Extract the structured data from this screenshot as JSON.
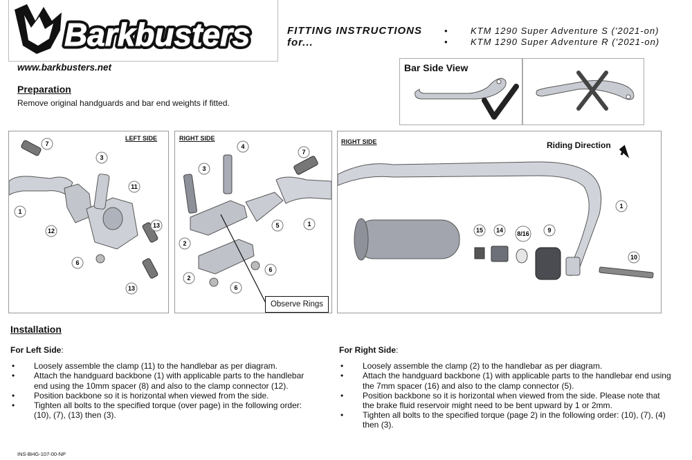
{
  "header": {
    "brand": "Barkbusters",
    "fitting_title_line1": "FITTING INSTRUCTIONS",
    "fitting_title_line2": "for...",
    "models": [
      "KTM 1290 Super Adventure S ('2021-on)",
      "KTM 1290 Super Adventure R ('2021-on)"
    ],
    "website": "www.barkbusters.net"
  },
  "preparation": {
    "heading": "Preparation",
    "text": "Remove original handguards and bar end weights if fitted."
  },
  "bar_side_view": {
    "title": "Bar Side View",
    "correct_icon": "check-mark-icon",
    "wrong_icon": "cross-mark-icon"
  },
  "diagrams": {
    "left": {
      "label": "LEFT SIDE",
      "callouts": [
        "7",
        "3",
        "11",
        "1",
        "12",
        "13",
        "6",
        "13"
      ]
    },
    "right": {
      "label": "RIGHT SIDE",
      "callouts": [
        "4",
        "7",
        "3",
        "5",
        "1",
        "2",
        "6",
        "2",
        "6"
      ],
      "observe_note": "Observe Rings"
    },
    "right_bar_end": {
      "label": "RIGHT SIDE",
      "riding_direction": "Riding Direction",
      "callouts": [
        "1",
        "15",
        "14",
        "8/16",
        "9",
        "10"
      ]
    }
  },
  "installation": {
    "heading": "Installation",
    "left": {
      "subheading": "For Left Side",
      "colon": ":",
      "items": [
        "Loosely assemble the clamp (11) to the handlebar as per diagram.",
        "Attach the handguard backbone (1) with applicable parts to the handlebar end using the 10mm spacer (8) and also to the clamp connector (12).",
        "Position backbone so it is horizontal when viewed from the side.",
        "Tighten all bolts to the specified torque (over page) in the following order: (10), (7), (13) then (3)."
      ]
    },
    "right": {
      "subheading": "For Right Side",
      "colon": ":",
      "items": [
        "Loosely assemble the clamp (2) to the handlebar as per diagram.",
        "Attach the handguard backbone (1) with applicable parts to the handlebar end using the 7mm spacer (16) and also to the clamp connector (5).",
        "Position backbone so it is horizontal when viewed from the side. Please note that the brake fluid reservoir might need to be bent upward by 1 or 2mm.",
        "Tighten all bolts to the specified torque (page 2) in the following order: (10), (7), (4) then (3)."
      ]
    }
  },
  "footer": {
    "doc_number": "INS-BHG-107-00-NP"
  }
}
